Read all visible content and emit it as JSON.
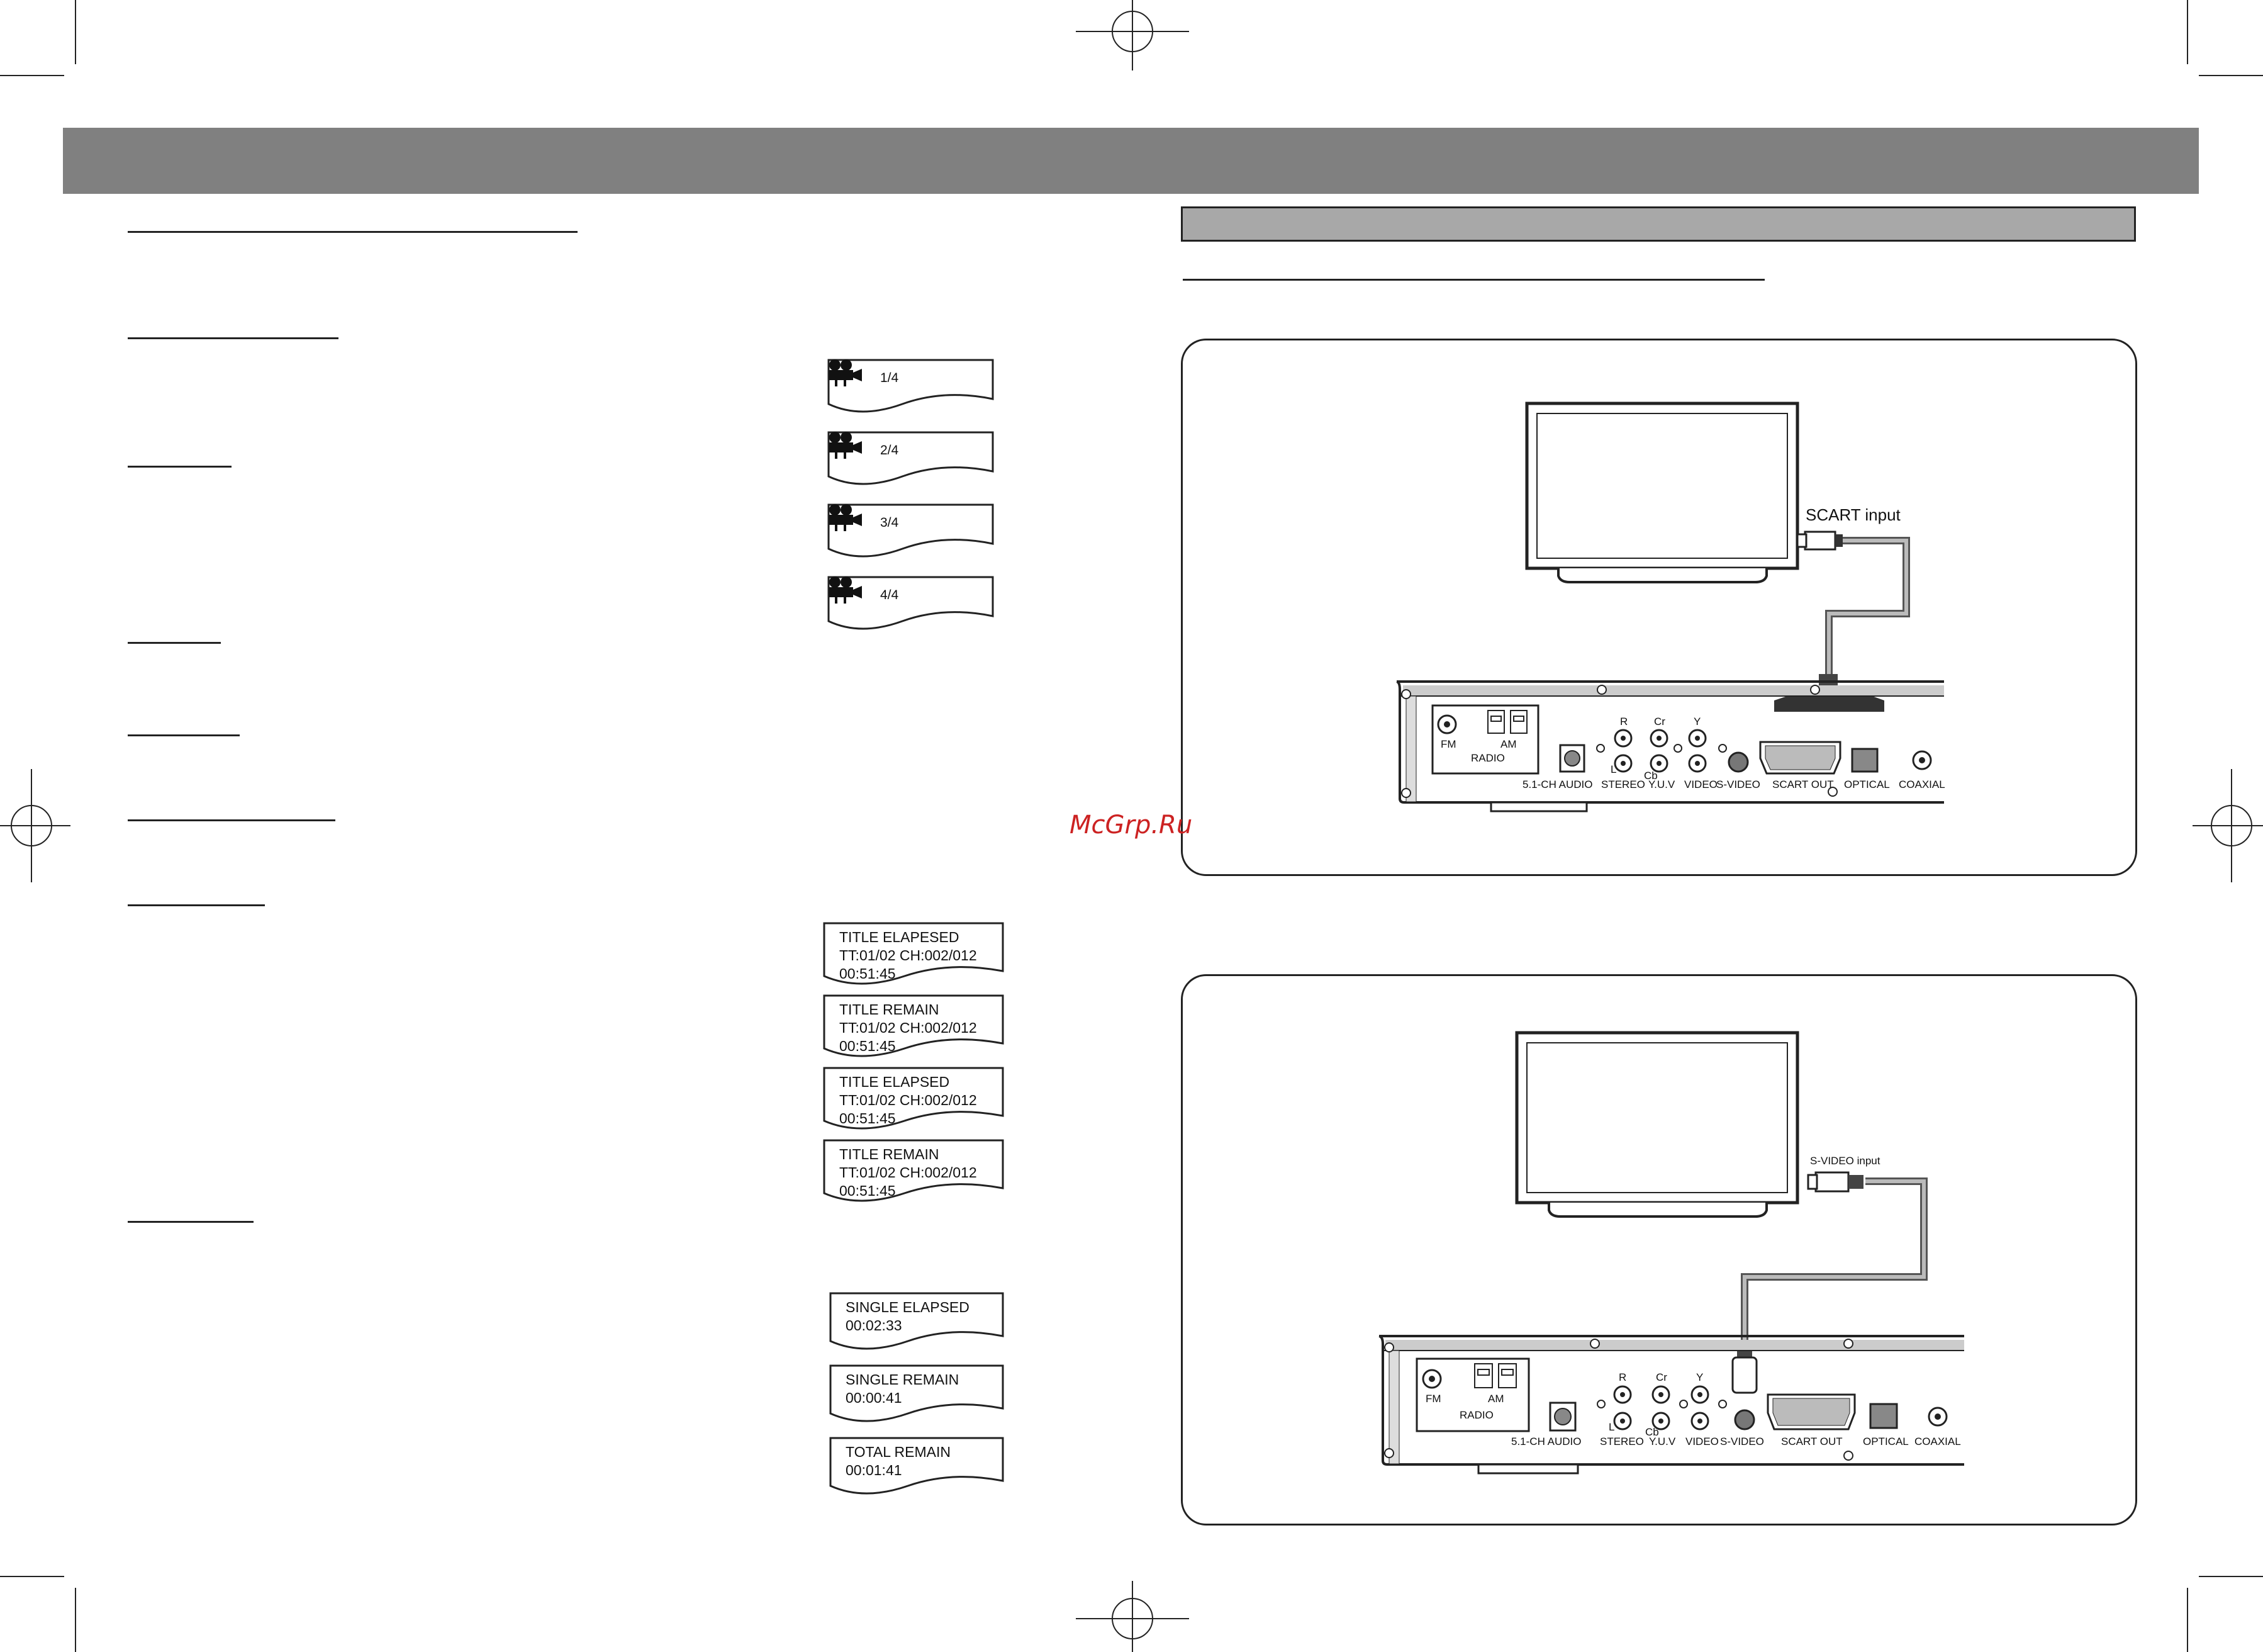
{
  "watermark": "McGrp.Ru",
  "angle_displays": [
    "1/4",
    "2/4",
    "3/4",
    "4/4"
  ],
  "time_displays_dvd": [
    {
      "line1": "TITLE ELAPESED",
      "line2": "TT:01/02 CH:002/012",
      "line3": "00:51:45"
    },
    {
      "line1": "TITLE REMAIN",
      "line2": "TT:01/02 CH:002/012",
      "line3": "00:51:45"
    },
    {
      "line1": "TITLE ELAPSED",
      "line2": "TT:01/02 CH:002/012",
      "line3": "00:51:45"
    },
    {
      "line1": "TITLE REMAIN",
      "line2": "TT:01/02 CH:002/012",
      "line3": "00:51:45"
    }
  ],
  "time_displays_cd": [
    {
      "line1": "SINGLE ELAPSED",
      "line2": "00:02:33"
    },
    {
      "line1": "SINGLE REMAIN",
      "line2": "00:00:41"
    },
    {
      "line1": "TOTAL REMAIN",
      "line2": "00:01:41"
    }
  ],
  "diagram_scart": {
    "cable_label": "SCART input",
    "panel": {
      "fm": "FM",
      "am": "AM",
      "radio": "RADIO",
      "audio51": "5.1-CH AUDIO",
      "stereo": "STEREO",
      "yuv": "Y.U.V",
      "video": "VIDEO",
      "svideo": "S-VIDEO",
      "scart_out": "SCART OUT",
      "optical": "OPTICAL",
      "coaxial": "COAXIAL",
      "r": "R",
      "l": "L",
      "cr": "Cr",
      "cb": "Cb",
      "y": "Y"
    }
  },
  "diagram_svideo": {
    "cable_label": "S-VIDEO input",
    "panel": {
      "fm": "FM",
      "am": "AM",
      "radio": "RADIO",
      "audio51": "5.1-CH AUDIO",
      "stereo": "STEREO",
      "yuv": "Y.U.V",
      "video": "VIDEO",
      "svideo": "S-VIDEO",
      "scart_out": "SCART OUT",
      "optical": "OPTICAL",
      "coaxial": "COAXIAL",
      "r": "R",
      "l": "L",
      "cr": "Cr",
      "cb": "Cb",
      "y": "Y"
    }
  }
}
